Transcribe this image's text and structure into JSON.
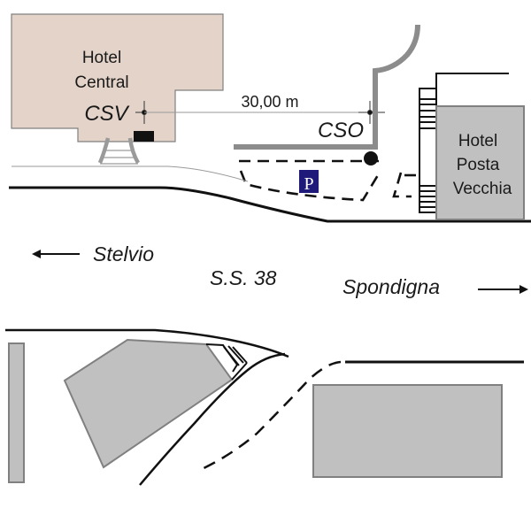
{
  "map": {
    "colors": {
      "hotel_central_fill": "#e3d3c8",
      "building_fill": "#c0c0c0",
      "building_stroke": "#808080",
      "wall_gray": "#8c8c8c",
      "road_black": "#111111",
      "parking_sign_bg": "#1f1a7a",
      "parking_sign_fg": "#ffffff"
    },
    "buildings": {
      "hotel_central": {
        "line1": "Hotel",
        "line2": "Central"
      },
      "hotel_posta_vecchia": {
        "line1": "Hotel",
        "line2": "Posta",
        "line3": "Vecchia"
      }
    },
    "markers": {
      "csv": "CSV",
      "cso": "CSO"
    },
    "measurement": {
      "distance_label": "30,00 m"
    },
    "parking_sign": {
      "glyph": "P"
    },
    "road": {
      "name": "S.S. 38",
      "direction_left": "Stelvio",
      "direction_right": "Spondigna",
      "arrow_left": "left-arrow",
      "arrow_right": "right-arrow"
    }
  }
}
